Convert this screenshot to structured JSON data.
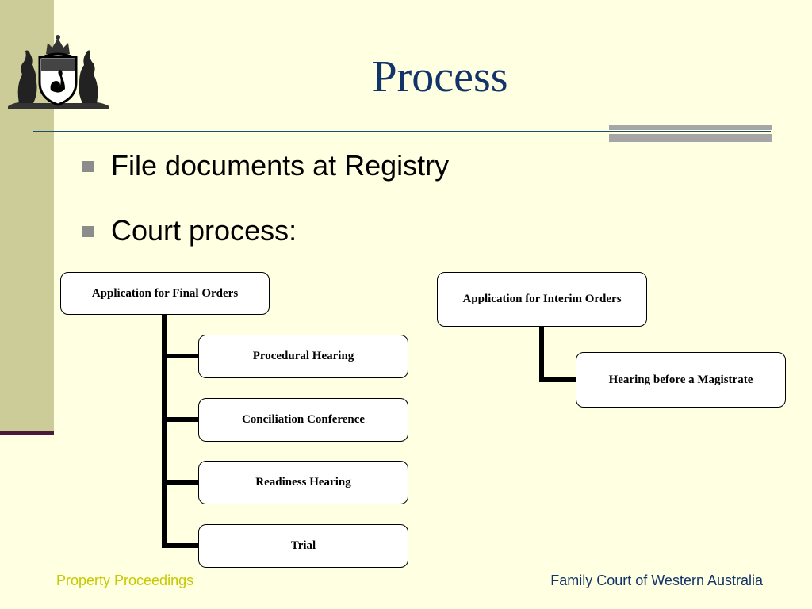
{
  "slide": {
    "title": "Process",
    "bullets": [
      "File documents at Registry",
      "Court process:"
    ]
  },
  "diagram": {
    "final_orders": {
      "root": "Application for Final Orders",
      "children": [
        "Procedural Hearing",
        "Conciliation Conference",
        "Readiness Hearing",
        "Trial"
      ]
    },
    "interim_orders": {
      "root": "Application for Interim Orders",
      "children": [
        "Hearing before a Magistrate"
      ]
    }
  },
  "footer": {
    "left": "Property Proceedings",
    "right": "Family Court of Western Australia"
  },
  "colors": {
    "background": "#ffffe1",
    "band": "#cccc99",
    "title": "#12346b",
    "footer_left": "#c8c800"
  },
  "icons": {
    "crest": "coat-of-arms-icon"
  }
}
